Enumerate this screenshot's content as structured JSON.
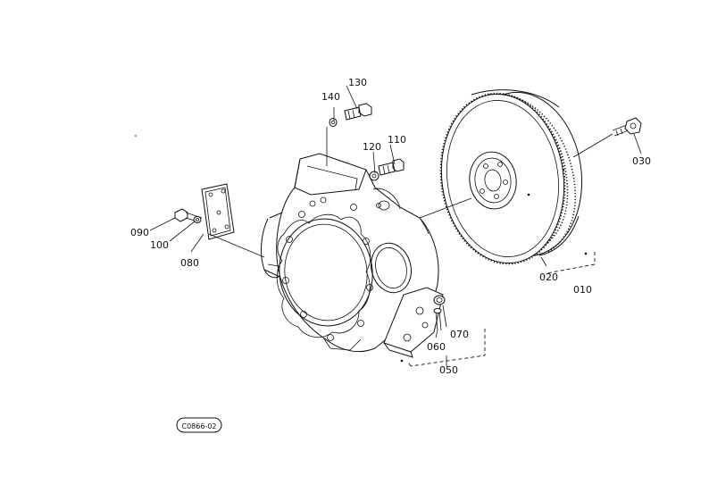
{
  "diagram": {
    "callouts": [
      {
        "id": "p140",
        "label": "140"
      },
      {
        "id": "p130",
        "label": "130"
      },
      {
        "id": "p120",
        "label": "120"
      },
      {
        "id": "p110",
        "label": "110"
      },
      {
        "id": "p090",
        "label": "090"
      },
      {
        "id": "p100",
        "label": "100"
      },
      {
        "id": "p080",
        "label": "080"
      },
      {
        "id": "p030",
        "label": "030"
      },
      {
        "id": "p020",
        "label": "020"
      },
      {
        "id": "p010",
        "label": "010"
      },
      {
        "id": "p060",
        "label": "060"
      },
      {
        "id": "p070",
        "label": "070"
      },
      {
        "id": "p050",
        "label": "050"
      }
    ],
    "stamp": "C0866-02"
  }
}
